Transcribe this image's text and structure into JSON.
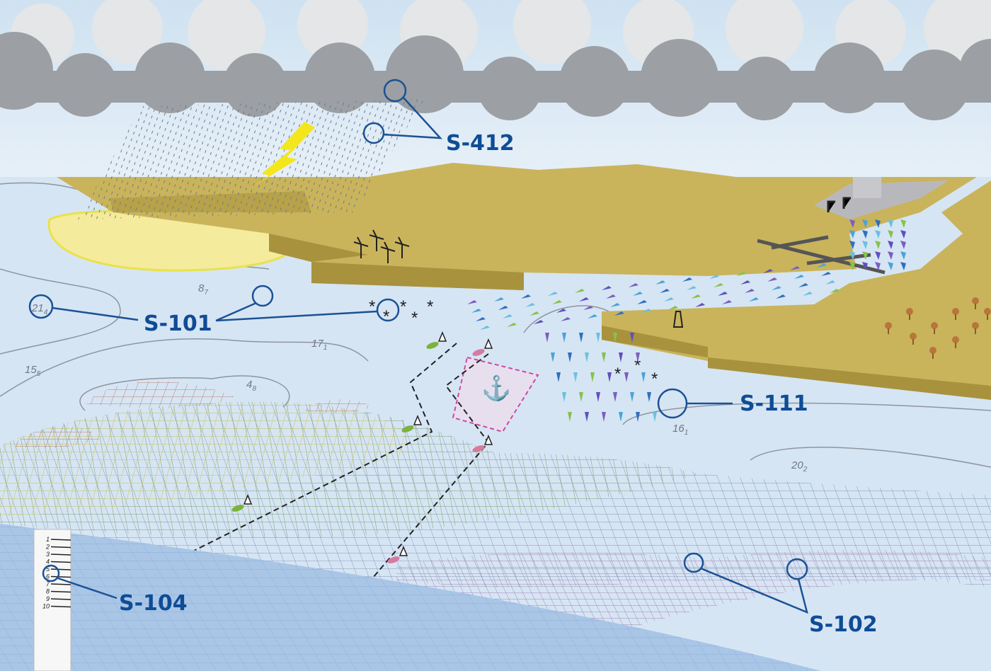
{
  "labels": {
    "s412": "S-412",
    "s101": "S-101",
    "s111": "S-111",
    "s104": "S-104",
    "s102": "S-102"
  },
  "soundings": [
    {
      "value": "21",
      "sub": "4"
    },
    {
      "value": "8",
      "sub": "7"
    },
    {
      "value": "17",
      "sub": "1"
    },
    {
      "value": "15",
      "sub": "5"
    },
    {
      "value": "4",
      "sub": "8"
    },
    {
      "value": "16",
      "sub": "1"
    },
    {
      "value": "20",
      "sub": "2"
    }
  ],
  "tide_gauge": [
    "1",
    "2",
    "3",
    "4",
    "5",
    "6",
    "7",
    "8",
    "9",
    "10"
  ],
  "colors": {
    "label": "#0f4c96",
    "land": "#c9b45c",
    "land_side": "#a8923e",
    "sea": "#d6e5f4",
    "cloud_dark": "#9c9fa3",
    "cloud_light": "#e4e6e8"
  }
}
